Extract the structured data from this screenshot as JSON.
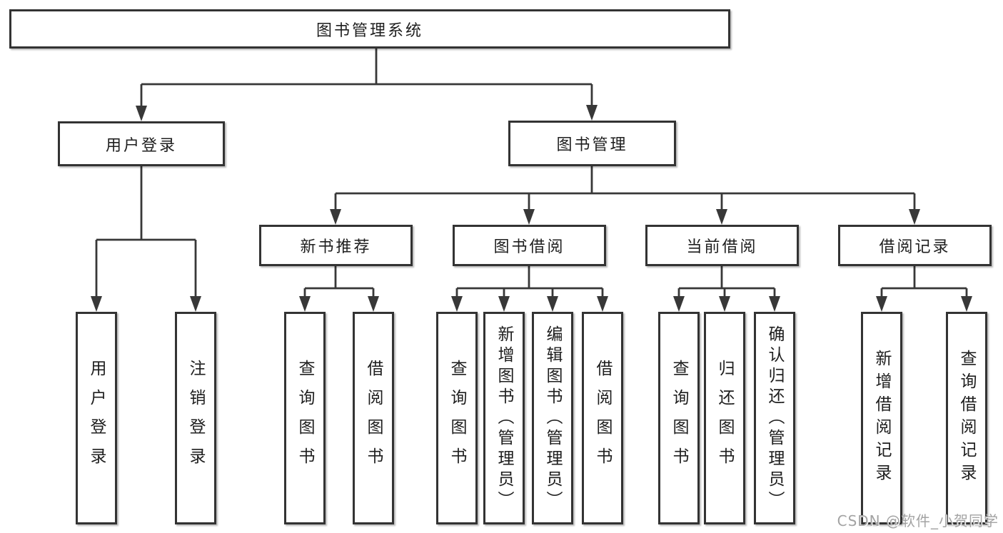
{
  "palette": {
    "background": "#ffffff",
    "line": "#383838",
    "box_border": "#333333",
    "text": "#1e1e1e",
    "watermark": "#a3a3a3"
  },
  "tree": {
    "label": "图书管理系统",
    "children": [
      {
        "label": "用户登录",
        "children": [
          {
            "label": "用户登录"
          },
          {
            "label": "注销登录"
          }
        ]
      },
      {
        "label": "图书管理",
        "children": [
          {
            "label": "新书推荐",
            "children": [
              {
                "label": "查询图书"
              },
              {
                "label": "借阅图书"
              }
            ]
          },
          {
            "label": "图书借阅",
            "children": [
              {
                "label": "查询图书"
              },
              {
                "label": "新增图书（管理员）"
              },
              {
                "label": "编辑图书（管理员）"
              },
              {
                "label": "借阅图书"
              }
            ]
          },
          {
            "label": "当前借阅",
            "children": [
              {
                "label": "查询图书"
              },
              {
                "label": "归还图书"
              },
              {
                "label": "确认归还（管理员）"
              }
            ]
          },
          {
            "label": "借阅记录",
            "children": [
              {
                "label": "新增借阅记录"
              },
              {
                "label": "查询借阅记录"
              }
            ]
          }
        ]
      }
    ]
  },
  "watermark": {
    "text": "CSDN @软件_小贺同学"
  }
}
